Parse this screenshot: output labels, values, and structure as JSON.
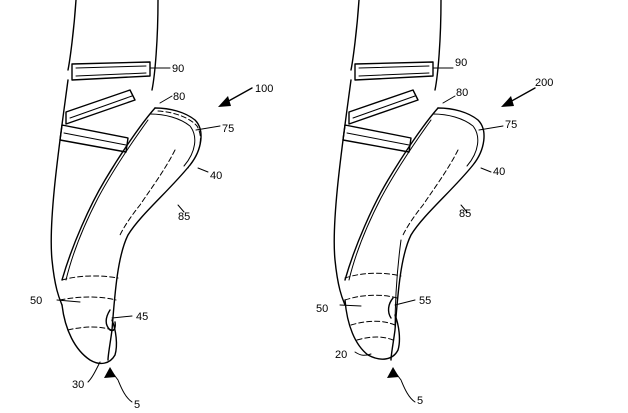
{
  "figures": [
    {
      "ref": "100",
      "labels": {
        "strap": "90",
        "heel_top": "80",
        "heel_back": "75",
        "sole_edge": "40",
        "shank": "85",
        "vamp": "50",
        "box": "45",
        "platform": "30",
        "tip": "5"
      }
    },
    {
      "ref": "200",
      "labels": {
        "strap": "90",
        "heel_top": "80",
        "heel_back": "75",
        "sole_edge": "40",
        "shank": "85",
        "vamp": "50",
        "box": "55",
        "toe": "20",
        "tip": "5"
      }
    }
  ]
}
